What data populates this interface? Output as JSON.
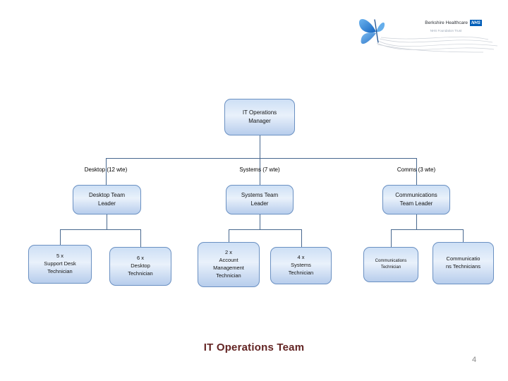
{
  "slide": {
    "title": "IT Operations Team",
    "page_number": "4"
  },
  "logo": {
    "org_name": "Berkshire Healthcare",
    "nhs_mark": "NHS",
    "tagline": "NHS Foundation Trust",
    "nhs_blue": "#005EB8",
    "butterfly_blue": "#2e86d4"
  },
  "org_chart": {
    "manager": {
      "label": "IT Operations\nManager"
    },
    "branches": [
      {
        "group_label": "Desktop (12 wte)",
        "leader": "Desktop Team\nLeader",
        "staff": [
          "5 x\nSupport Desk\nTechnician",
          "6 x\nDesktop\nTechnician"
        ]
      },
      {
        "group_label": "Systems (7 wte)",
        "leader": "Systems Team\nLeader",
        "staff": [
          "2 x\nAccount\nManagement\nTechnician",
          "4 x\nSystems\nTechnician"
        ]
      },
      {
        "group_label": "Comms (3 wte)",
        "leader": "Communications\nTeam Leader",
        "staff": [
          "Communications\nTechnician",
          "Communicatio\nns Technicians"
        ]
      }
    ]
  },
  "colors": {
    "box_border": "#6a90c2",
    "box_fill_top": "#cddff5",
    "box_fill_bottom": "#b7cdec",
    "connector": "#48688f",
    "title_text": "#632423",
    "page_number_gray": "#898989"
  }
}
